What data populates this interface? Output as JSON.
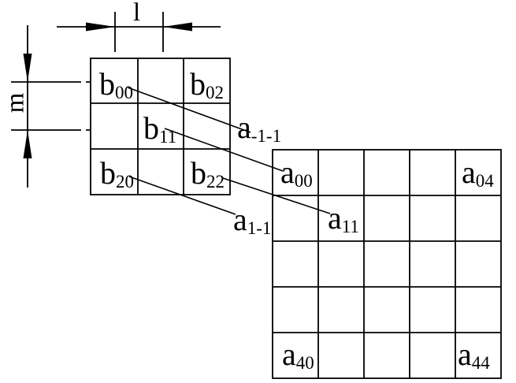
{
  "figure": {
    "description": "Convolution kernel to image mapping diagram",
    "colors": {
      "line": "#000000",
      "background": "#ffffff"
    }
  },
  "dimension_labels": {
    "horizontal": "l",
    "vertical": "m"
  },
  "kernel_grid": {
    "rows": 3,
    "cols": 3,
    "cell_labels": [
      {
        "base": "b",
        "sub": "00",
        "row": 0,
        "col": 0
      },
      {
        "base": "b",
        "sub": "02",
        "row": 0,
        "col": 2
      },
      {
        "base": "b",
        "sub": "11",
        "row": 1,
        "col": 1
      },
      {
        "base": "b",
        "sub": "20",
        "row": 2,
        "col": 0
      },
      {
        "base": "b",
        "sub": "22",
        "row": 2,
        "col": 2
      }
    ]
  },
  "image_grid": {
    "rows": 5,
    "cols": 5,
    "cell_labels": [
      {
        "base": "a",
        "sub": "00",
        "row": 0,
        "col": 0
      },
      {
        "base": "a",
        "sub": "04",
        "row": 0,
        "col": 4
      },
      {
        "base": "a",
        "sub": "11",
        "row": 1,
        "col": 1
      },
      {
        "base": "a",
        "sub": "40",
        "row": 4,
        "col": 0
      },
      {
        "base": "a",
        "sub": "44",
        "row": 4,
        "col": 4
      }
    ]
  },
  "mapping_labels": [
    {
      "base": "a",
      "sub": "-1-1"
    },
    {
      "base": "a",
      "sub": "1-1"
    }
  ],
  "connectors": [
    {
      "from": "b00",
      "to": "a-1-1"
    },
    {
      "from": "b11",
      "to": "a00"
    },
    {
      "from": "b20",
      "to": "a1-1"
    },
    {
      "from": "b22",
      "to": "a11"
    }
  ]
}
